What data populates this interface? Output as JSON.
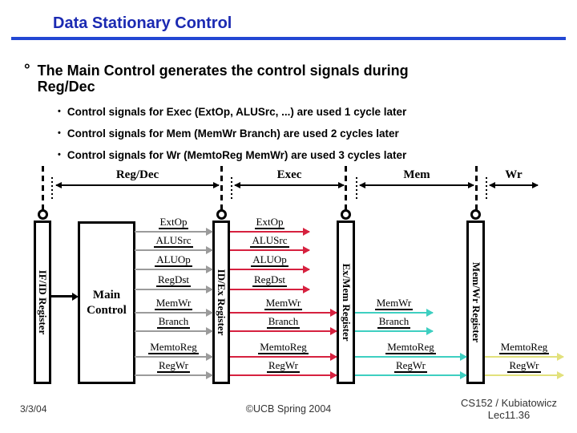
{
  "slide": {
    "title": "Data Stationary Control",
    "main_point": {
      "bullet": "°",
      "line1": "The Main Control generates the control signals during",
      "line2": "Reg/Dec"
    },
    "bullet_char": "•",
    "sub_bullets": [
      "Control signals for Exec (ExtOp, ALUSrc, ...) are used 1 cycle later",
      "Control signals for Mem (MemWr Branch) are used 2 cycles later",
      "Control signals for Wr (MemtoReg MemWr) are used 3 cycles later"
    ]
  },
  "diagram": {
    "stages": [
      {
        "label": "Reg/Dec"
      },
      {
        "label": "Exec"
      },
      {
        "label": "Mem"
      },
      {
        "label": "Wr"
      }
    ],
    "registers": [
      {
        "label": "IF/ID Register"
      },
      {
        "label": "ID/Ex Register"
      },
      {
        "label": "Ex/Mem Register"
      },
      {
        "label": "Mem/Wr Register"
      }
    ],
    "main_control_label": "Main Control",
    "columns": {
      "regdec": {
        "signals": [
          "ExtOp",
          "ALUSrc",
          "ALUOp",
          "RegDst",
          "MemWr",
          "Branch",
          "MemtoReg",
          "RegWr"
        ]
      },
      "exec": {
        "signals": [
          "ExtOp",
          "ALUSrc",
          "ALUOp",
          "RegDst",
          "MemWr",
          "Branch",
          "MemtoReg",
          "RegWr"
        ]
      },
      "mem": {
        "signals": [
          "MemWr",
          "Branch",
          "MemtoReg",
          "RegWr"
        ]
      },
      "wr": {
        "signals": [
          "MemtoReg",
          "RegWr"
        ]
      }
    }
  },
  "colors": {
    "title_blue": "#1b2ab2",
    "rule_blue": "#2247d3",
    "sig_gray": "#9b9b9b",
    "sig_red": "#d6213f",
    "sig_cyan": "#3ecfc1",
    "sig_yellow": "#e2e17c"
  },
  "footer": {
    "date": "3/3/04",
    "copyright": "©UCB Spring 2004",
    "course_line1": "CS152 / Kubiatowicz",
    "course_line2": "Lec11.36"
  }
}
